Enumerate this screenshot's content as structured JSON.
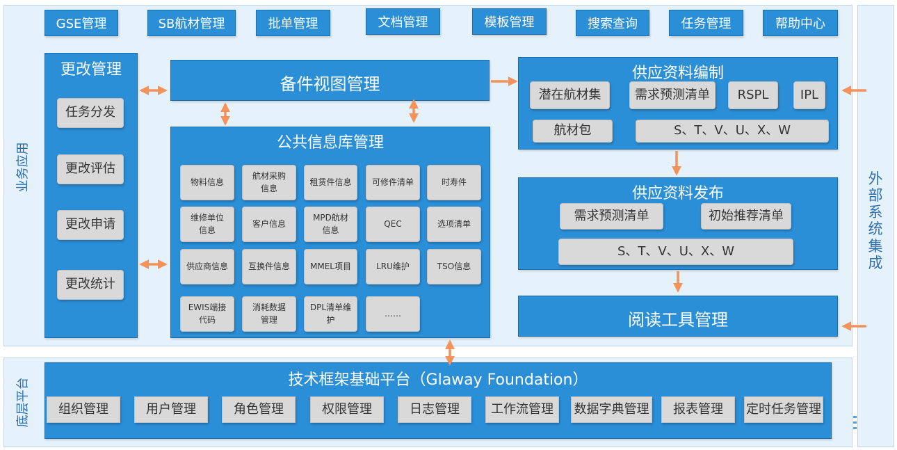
{
  "colors": {
    "panel": "#2b8fd8",
    "region": "#e6f2fb",
    "gray_button": "#d9d9d9",
    "arrow": "#f4925a"
  },
  "side_labels": {
    "business": "业务应用",
    "base": "底层平台",
    "external": "外部系统集成"
  },
  "top_nav": [
    "GSE管理",
    "SB航材管理",
    "批单管理",
    "文档管理",
    "模板管理",
    "搜索查询",
    "任务管理",
    "帮助中心"
  ],
  "change_mgmt": {
    "title": "更改管理",
    "items": [
      "任务分发",
      "更改评估",
      "更改申请",
      "更改统计"
    ]
  },
  "spare_view": {
    "title": "备件视图管理"
  },
  "public_info": {
    "title": "公共信息库管理",
    "rows": [
      [
        "物料信息",
        "航材采购\n信息",
        "租赁件信息",
        "可修件清单",
        "时寿件"
      ],
      [
        "维修单位\n信息",
        "客户信息",
        "MPD航材\n信息",
        "QEC",
        "选项清单"
      ],
      [
        "供应商信息",
        "互换件信息",
        "MMEL项目",
        "LRU维护",
        "TSO信息"
      ],
      [
        "EWIS端接\n代码",
        "消耗数据\n管理",
        "DPL清单维\n护",
        "……"
      ]
    ]
  },
  "supply_compile": {
    "title": "供应资料编制",
    "items": [
      "潜在航材集",
      "需求预测清单",
      "RSPL",
      "IPL",
      "航材包",
      "S、T、V、U、X、W"
    ]
  },
  "supply_publish": {
    "title": "供应资料发布",
    "items": [
      "需求预测清单",
      "初始推荐清单",
      "S、T、V、U、X、W"
    ]
  },
  "reader_tool": {
    "title": "阅读工具管理"
  },
  "foundation": {
    "title": "技术框架基础平台（Glaway Foundation）",
    "items": [
      "组织管理",
      "用户管理",
      "角色管理",
      "权限管理",
      "日志管理",
      "工作流管理",
      "数据字典管理",
      "报表管理",
      "定时任务管理"
    ]
  }
}
